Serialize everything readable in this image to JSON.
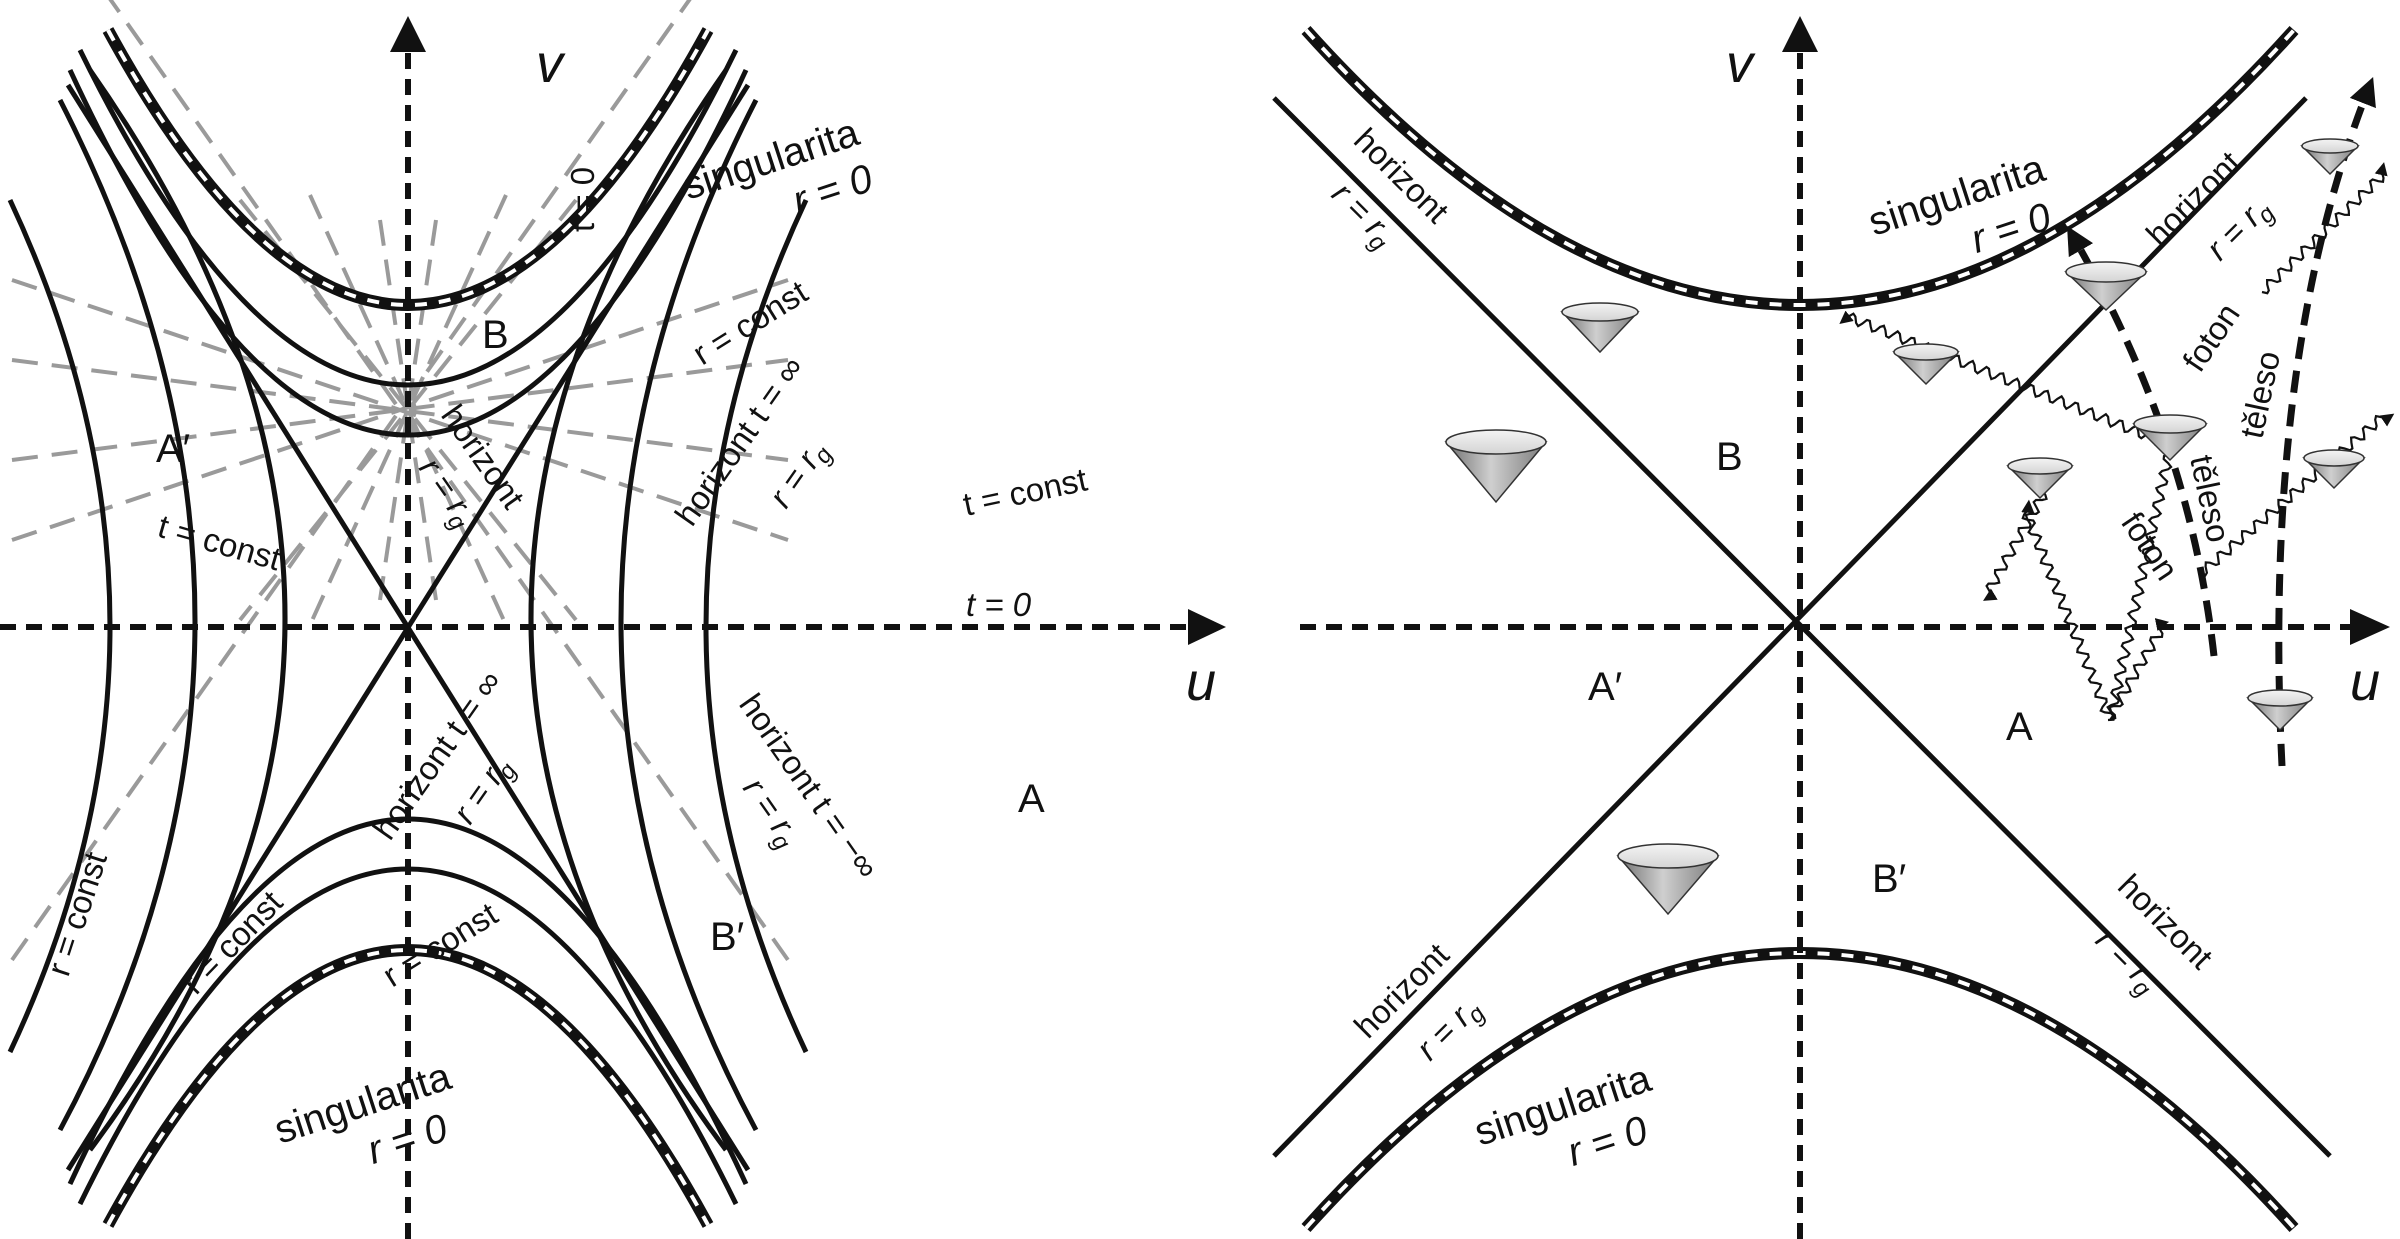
{
  "left_diagram": {
    "axis_labels": {
      "v": "v",
      "u": "u"
    },
    "region_labels": {
      "A": "A",
      "A_prime": "A′",
      "B": "B",
      "B_prime": "B′"
    },
    "singularity_top": {
      "line1": "singularita",
      "line2": "r = 0"
    },
    "singularity_bottom": {
      "line1": "singularita",
      "line2": "r = 0"
    },
    "time_labels": {
      "t0_vertical": "t = 0",
      "t0_horizontal": "t = 0",
      "tconst_left": "t = const",
      "tconst_right": "t = const"
    },
    "r_const_labels": {
      "top": "r = const",
      "bottom": "r = const",
      "left_outer": "r = const",
      "left_inner": "r = const"
    },
    "horizon_labels": {
      "upper_left": {
        "word": "horizont",
        "r": "r = r",
        "sub": "g"
      },
      "upper_right": {
        "word": "horizont t = ∞",
        "r": "r = r",
        "sub": "g"
      },
      "lower_left": {
        "word": "horizont t = ∞",
        "r": "r = r",
        "sub": "g"
      },
      "lower_right": {
        "word": "horizont t = −∞",
        "r": "r = r",
        "sub": "g"
      }
    }
  },
  "right_diagram": {
    "axis_labels": {
      "v": "v",
      "u": "u"
    },
    "region_labels": {
      "A": "A",
      "A_prime": "A′",
      "B": "B",
      "B_prime": "B′"
    },
    "singularity_top": {
      "line1": "singularita",
      "line2": "r = 0"
    },
    "singularity_bottom": {
      "line1": "singularita",
      "line2": "r = 0"
    },
    "horizon_labels": {
      "upper_left": {
        "word": "horizont",
        "r": "r = r",
        "sub": "g"
      },
      "upper_right": {
        "word": "horizont",
        "r": "r = r",
        "sub": "g"
      },
      "lower_left": {
        "word": "horizont",
        "r": "r = r",
        "sub": "g"
      },
      "lower_right": {
        "word": "horizont",
        "r": "r = r",
        "sub": "g"
      }
    },
    "particle_labels": {
      "teleso_1": "těleso",
      "teleso_2": "těleso",
      "foton_1": "foton",
      "foton_2": "foton"
    }
  }
}
